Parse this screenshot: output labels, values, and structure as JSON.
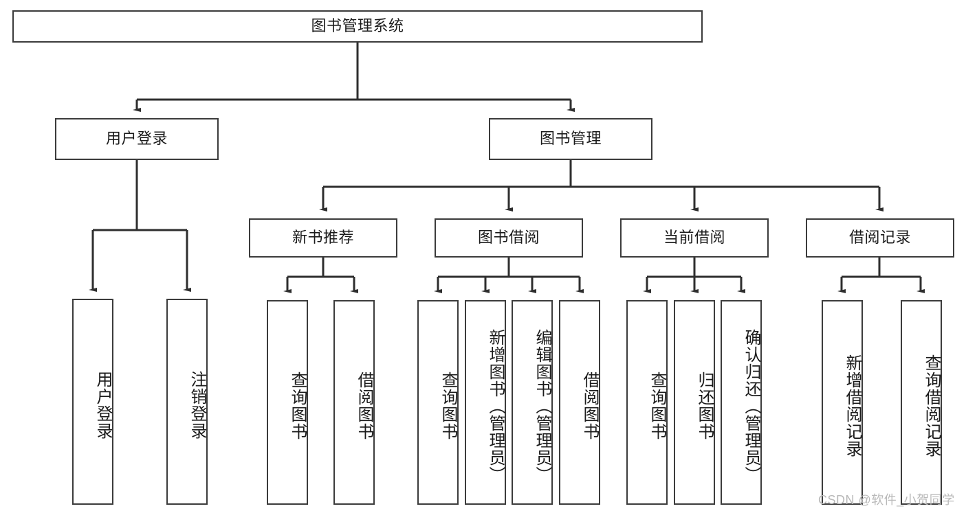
{
  "diagram": {
    "title": "图书管理系统",
    "type": "tree-hierarchy",
    "watermark": "CSDN @软件_小贺同学",
    "colors": {
      "background": "#ffffff",
      "box_border": "#3b3b3b",
      "box_fill": "#ffffff",
      "connector": "#2e2e2e",
      "text": "#1b1b1b",
      "watermark": "#b9b9b9"
    },
    "levels": {
      "root": "图书管理系统",
      "level2": [
        "用户登录",
        "图书管理"
      ],
      "level3": [
        "新书推荐",
        "图书借阅",
        "当前借阅",
        "借阅记录"
      ]
    },
    "nodes": {
      "root": {
        "label": "图书管理系统"
      },
      "user_login": {
        "label": "用户登录"
      },
      "book_manage": {
        "label": "图书管理"
      },
      "new_book_rec": {
        "label": "新书推荐"
      },
      "book_borrow": {
        "label": "图书借阅"
      },
      "current_borrow": {
        "label": "当前借阅"
      },
      "borrow_record": {
        "label": "借阅记录"
      }
    },
    "leaves": {
      "user_login": [
        {
          "label": "用户登录"
        },
        {
          "label": "注销登录"
        }
      ],
      "new_book_rec": [
        {
          "label": "查询图书"
        },
        {
          "label": "借阅图书"
        }
      ],
      "book_borrow": [
        {
          "label": "查询图书"
        },
        {
          "label": "新增图书（管理员）"
        },
        {
          "label": "编辑图书（管理员）"
        },
        {
          "label": "借阅图书"
        }
      ],
      "current_borrow": [
        {
          "label": "查询图书"
        },
        {
          "label": "归还图书"
        },
        {
          "label": "确认归还（管理员）"
        }
      ],
      "borrow_record": [
        {
          "label": "新增借阅记录"
        },
        {
          "label": "查询借阅记录"
        }
      ]
    }
  }
}
